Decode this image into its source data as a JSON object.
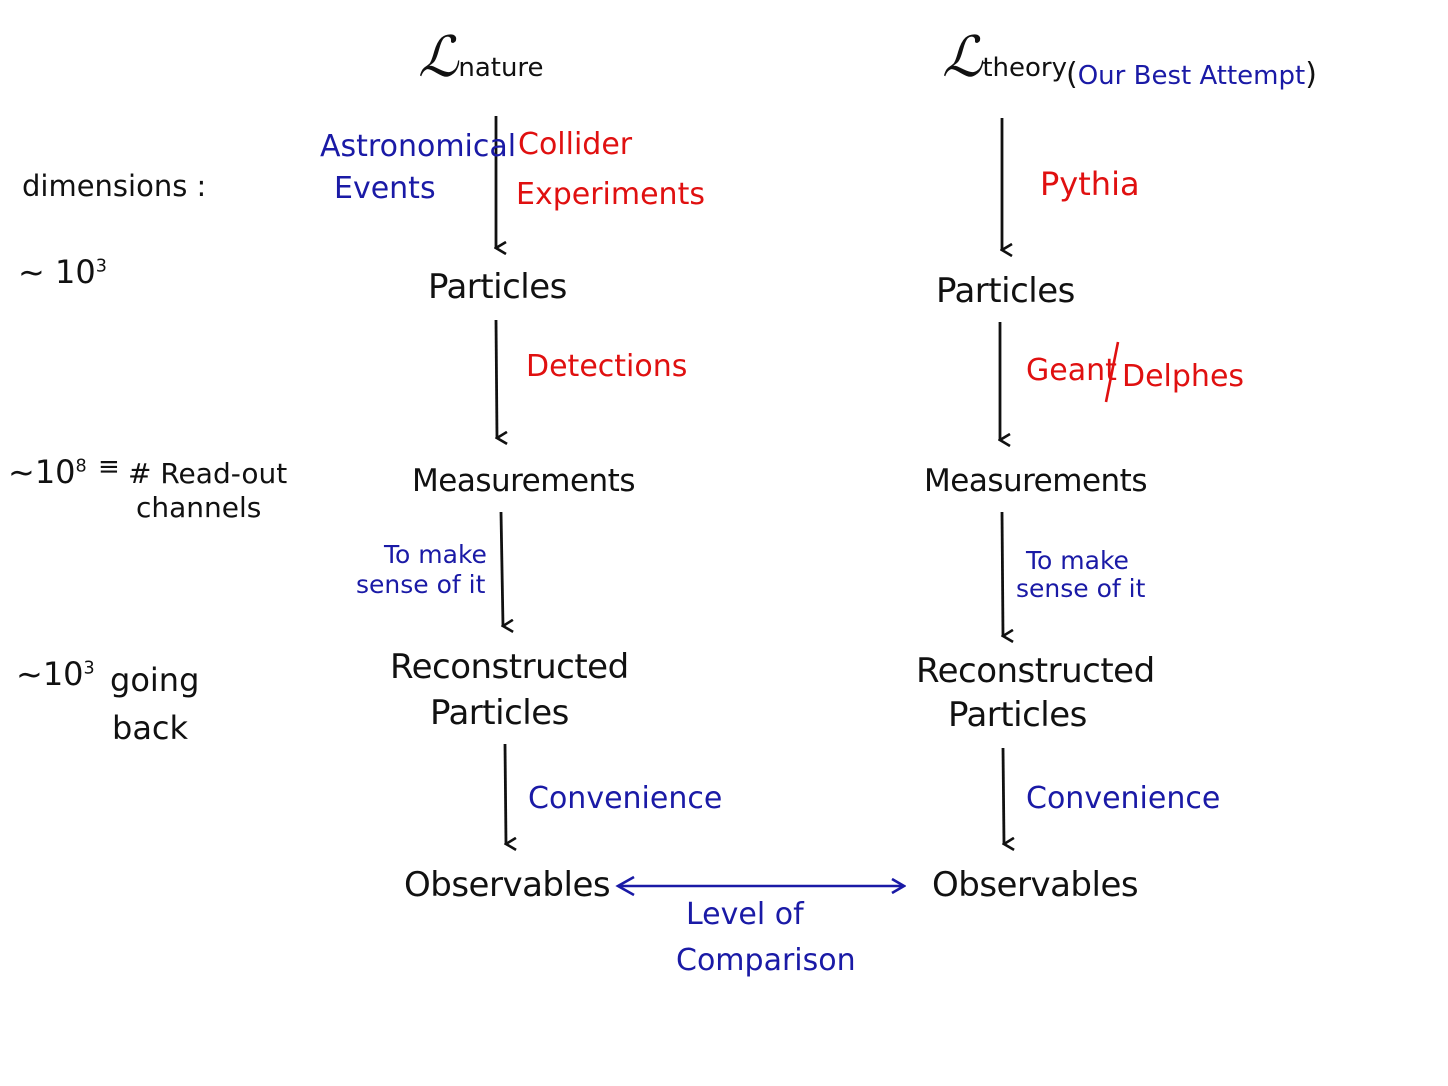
{
  "left": {
    "lagrangian_symbol": "ℒ",
    "lagrangian_sub": "nature",
    "source_blue_1": "Astronomical",
    "source_blue_2": "Events",
    "source_red_1": "Collider",
    "source_red_2": "Experiments",
    "particles": "Particles",
    "detections": "Detections",
    "measurements": "Measurements",
    "make_sense_1": "To make",
    "make_sense_2": "sense of it",
    "reco_1": "Reconstructed",
    "reco_2": "Particles",
    "convenience": "Convenience",
    "observables": "Observables"
  },
  "right": {
    "lagrangian_symbol": "ℒ",
    "lagrangian_sub": "theory",
    "paren_open": "(",
    "best_attempt": "Our Best Attempt",
    "paren_close": ")",
    "pythia": "Pythia",
    "particles": "Particles",
    "geant": "Geant",
    "slash": "/",
    "delphes": "Delphes",
    "measurements": "Measurements",
    "make_sense_1": "To make",
    "make_sense_2": "sense of it",
    "reco_1": "Reconstructed",
    "reco_2": "Particles",
    "convenience": "Convenience",
    "observables": "Observables"
  },
  "comparison": {
    "line1": "Level of",
    "line2": "Comparison"
  },
  "dimensions": {
    "title": "dimensions :",
    "dim1_prefix": "~ 10",
    "dim1_exp": "3",
    "dim2_prefix": "~10",
    "dim2_exp": "8",
    "dim2_equiv": "≡",
    "dim2_label_1": "# Read-out",
    "dim2_label_2": "channels",
    "dim3_prefix": "~10",
    "dim3_exp": "3",
    "dim3_going": "going",
    "dim3_back": "back"
  },
  "colors": {
    "black": "#111111",
    "blue": "#1a1aa6",
    "red": "#e01010"
  }
}
